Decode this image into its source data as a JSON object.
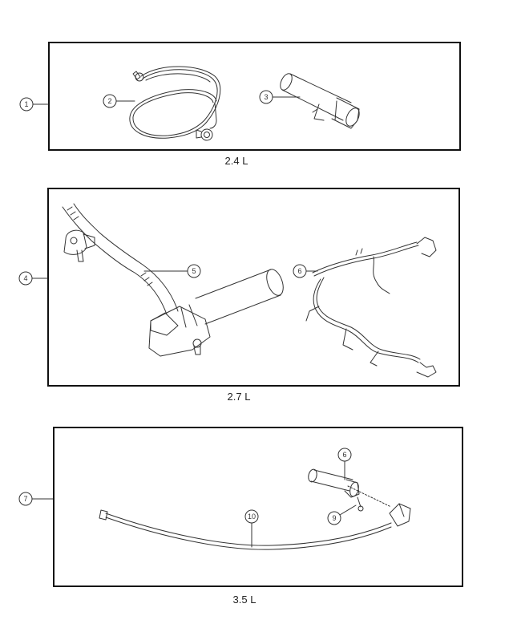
{
  "panels": [
    {
      "caption": "2.4 L"
    },
    {
      "caption": "2.7 L"
    },
    {
      "caption": "3.5 L"
    }
  ],
  "callouts": [
    "1",
    "2",
    "3",
    "4",
    "5",
    "6",
    "7",
    "6",
    "9",
    "10"
  ]
}
